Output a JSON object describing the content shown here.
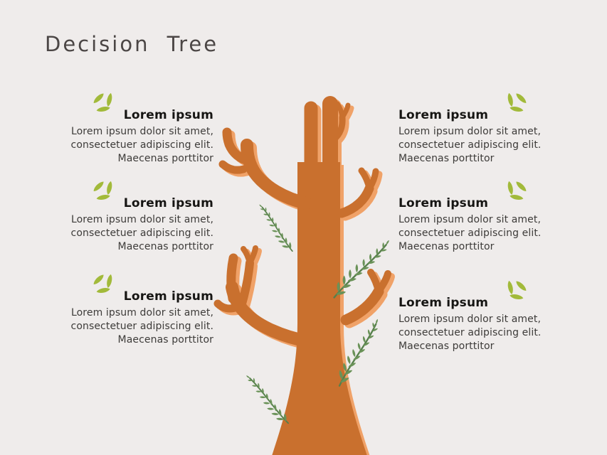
{
  "title": "Decision Tree",
  "colors": {
    "bg": "#efeceb",
    "title": "#4b4645",
    "heading": "#161513",
    "body": "#3d3b39",
    "trunk": "#c9702e",
    "highlight": "#f0a268",
    "leaf": "#a2ba3a",
    "vineStem": "#567f4b",
    "vineLeaf": "#6a9258"
  },
  "blocks": {
    "left": [
      {
        "heading": "Lorem ipsum",
        "body_lines": [
          "Lorem ipsum dolor sit amet,",
          "consectetuer adipiscing elit.",
          "Maecenas porttitor"
        ]
      },
      {
        "heading": "Lorem ipsum",
        "body_lines": [
          "Lorem ipsum dolor sit amet,",
          "consectetuer adipiscing elit.",
          "Maecenas porttitor"
        ]
      },
      {
        "heading": "Lorem ipsum",
        "body_lines": [
          "Lorem ipsum dolor sit amet,",
          "consectetuer adipiscing elit.",
          "Maecenas porttitor"
        ]
      }
    ],
    "right": [
      {
        "heading": "Lorem ipsum",
        "body_lines": [
          "Lorem ipsum dolor sit amet,",
          "consectetuer adipiscing elit.",
          "Maecenas porttitor"
        ]
      },
      {
        "heading": "Lorem ipsum",
        "body_lines": [
          "Lorem ipsum dolor sit amet,",
          "consectetuer adipiscing elit.",
          "Maecenas porttitor"
        ]
      },
      {
        "heading": "Lorem ipsum",
        "body_lines": [
          "Lorem ipsum dolor sit amet,",
          "consectetuer adipiscing elit.",
          "Maecenas porttitor"
        ]
      }
    ]
  }
}
